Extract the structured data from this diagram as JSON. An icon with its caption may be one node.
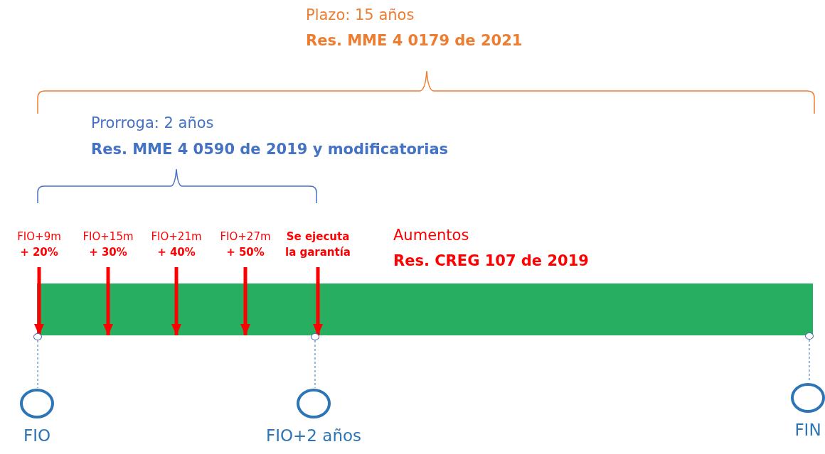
{
  "diagram": {
    "nodes": [
      {
        "text": [],
        "shape": "bar"
      },
      {
        "text": [
          "FIO+9m",
          "+ 20%"
        ]
      },
      {
        "text": [
          "FIO+15m",
          "+ 30%"
        ]
      },
      {
        "text": [
          "FIO+21m",
          "+ 40%"
        ]
      },
      {
        "text": [
          "FIO+27m",
          "+ 50%"
        ]
      },
      {
        "text": [
          "Se ejecuta la garantía"
        ]
      },
      {
        "text": [],
        "shape": "circle"
      },
      {
        "text": [],
        "shape": "circle"
      },
      {
        "text": [],
        "shape": "circle"
      },
      {
        "text": [
          "FIO"
        ]
      },
      {
        "text": [
          "FIO+2 años"
        ]
      },
      {
        "text": [
          "FIN"
        ]
      }
    ],
    "edges": [
      {
        "from": 1,
        "to": 0,
        "arrow": "to"
      },
      {
        "from": 2,
        "to": 0,
        "arrow": "to"
      },
      {
        "from": 3,
        "to": 0,
        "arrow": "to"
      },
      {
        "from": 4,
        "to": 0,
        "arrow": "to"
      },
      {
        "from": 5,
        "to": 0,
        "arrow": "to"
      },
      {
        "from": 6,
        "to": 9,
        "arrow": "none",
        "style": "dashed",
        "color": "#2e75b6"
      },
      {
        "from": 7,
        "to": 10,
        "arrow": "none",
        "style": "dashed",
        "color": "#2e75b6"
      },
      {
        "from": 8,
        "to": 11,
        "arrow": "none",
        "style": "dashed",
        "color": "#2e75b6"
      }
    ],
    "labels": [
      "Plazo: 15 años",
      "Res. MME 4 0179 de 2021",
      "Prorroga: 2 años",
      "Res. MME 4 0590 de 2019 y modificatorias",
      "Aumentos",
      "Res. CREG 107 de 2019"
    ]
  }
}
